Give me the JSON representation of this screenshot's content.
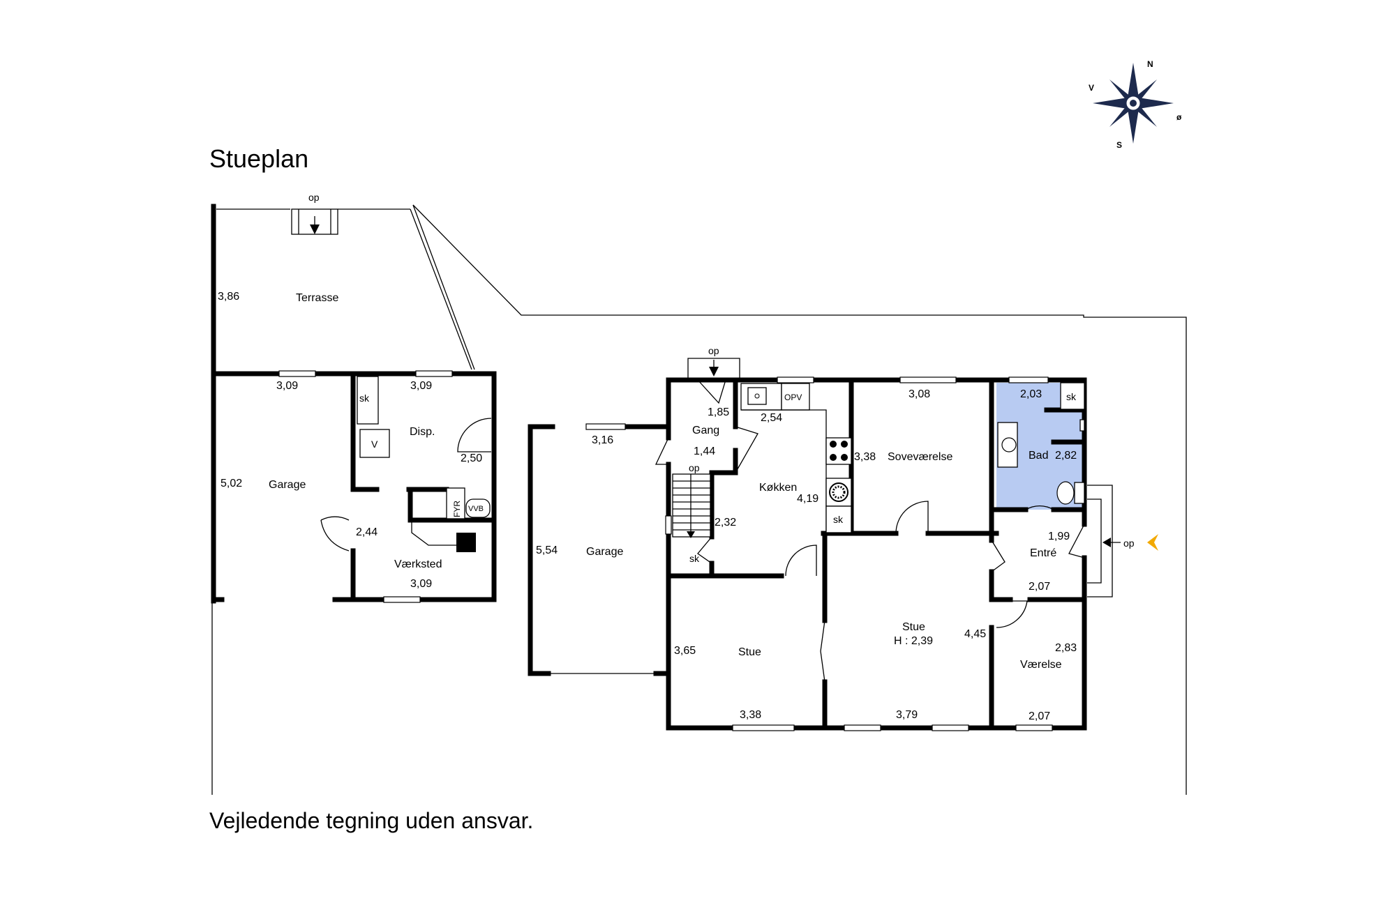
{
  "title": "Stueplan",
  "footer_note": "Vejledende tegning uden ansvar.",
  "compass": {
    "n": "N",
    "s": "S",
    "e": "ø",
    "w": "V"
  },
  "rooms": {
    "terrasse": "Terrasse",
    "garage_left": "Garage",
    "disp": "Disp.",
    "vaerksted": "Værksted",
    "garage_mid": "Garage",
    "gang": "Gang",
    "koekken": "Køkken",
    "sovevaerelse": "Soveværelse",
    "bad": "Bad",
    "entre": "Entré",
    "stue_left": "Stue",
    "stue_main": "Stue",
    "stue_height": "H : 2,39",
    "vaerelse": "Værelse"
  },
  "labels": {
    "op_terrasse": "op",
    "op_gang": "op",
    "op_stair": "op",
    "op_entry": "op",
    "sk_disp": "sk",
    "sk_gang": "sk",
    "sk_kitchen": "sk",
    "sk_bad": "sk",
    "v": "V",
    "fyr": "FYR",
    "vvb": "VVB",
    "opv": "OPV"
  },
  "dimensions": {
    "terrasse_h": "3,86",
    "garage_l_top": "3,09",
    "garage_l_h": "5,02",
    "disp_top": "3,09",
    "disp_h": "2,50",
    "vaerksted_h": "2,44",
    "vaerksted_bottom": "3,09",
    "garage_m_top": "3,16",
    "garage_m_h": "5,54",
    "gang_w": "1,85",
    "gang_h": "1,44",
    "stair_h": "2,32",
    "koekken_w": "2,54",
    "koekken_h": "4,19",
    "sove_w": "3,08",
    "sove_h": "3,38",
    "bad_w": "2,03",
    "bad_h": "2,82",
    "entre_h": "1,99",
    "entre_w": "2,07",
    "vaerelse_h": "2,83",
    "vaerelse_w": "2,07",
    "stue_l_h": "3,65",
    "stue_l_w": "3,38",
    "stue_m_h": "4,45",
    "stue_m_w": "3,79"
  },
  "colors": {
    "bath_fill": "#b8cbf2",
    "entry_arrow": "#f2a900",
    "compass": "#1d2a4d"
  }
}
